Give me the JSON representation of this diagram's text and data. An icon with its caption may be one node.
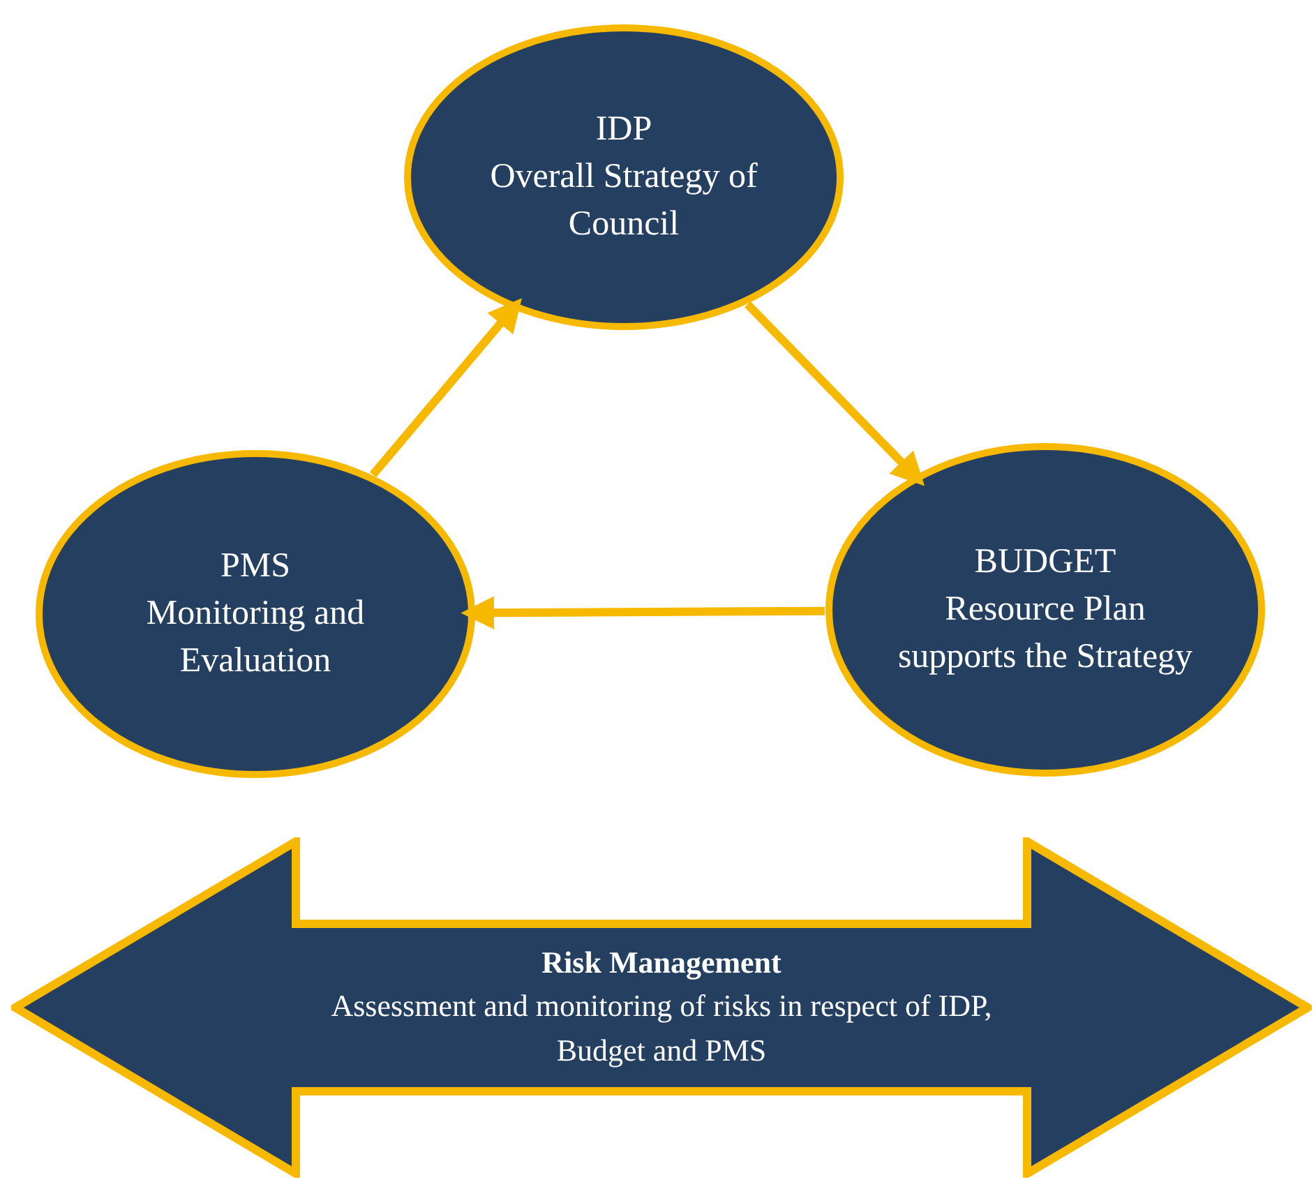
{
  "diagram": {
    "nodes": [
      {
        "text": [
          "IDP",
          "Overall Strategy of Council"
        ]
      },
      {
        "text": [
          "BUDGET",
          "Resource Plan supports the Strategy"
        ]
      },
      {
        "text": [
          "PMS",
          "Monitoring and Evaluation"
        ]
      },
      {
        "text": [
          "Risk Management",
          "Assessment and monitoring of risks in respect of IDP, Budget and PMS"
        ]
      }
    ],
    "edges": [
      {
        "from": 2,
        "to": 0,
        "arrow": "to"
      },
      {
        "from": 0,
        "to": 1,
        "arrow": "to"
      },
      {
        "from": 1,
        "to": 2,
        "arrow": "to"
      }
    ]
  }
}
